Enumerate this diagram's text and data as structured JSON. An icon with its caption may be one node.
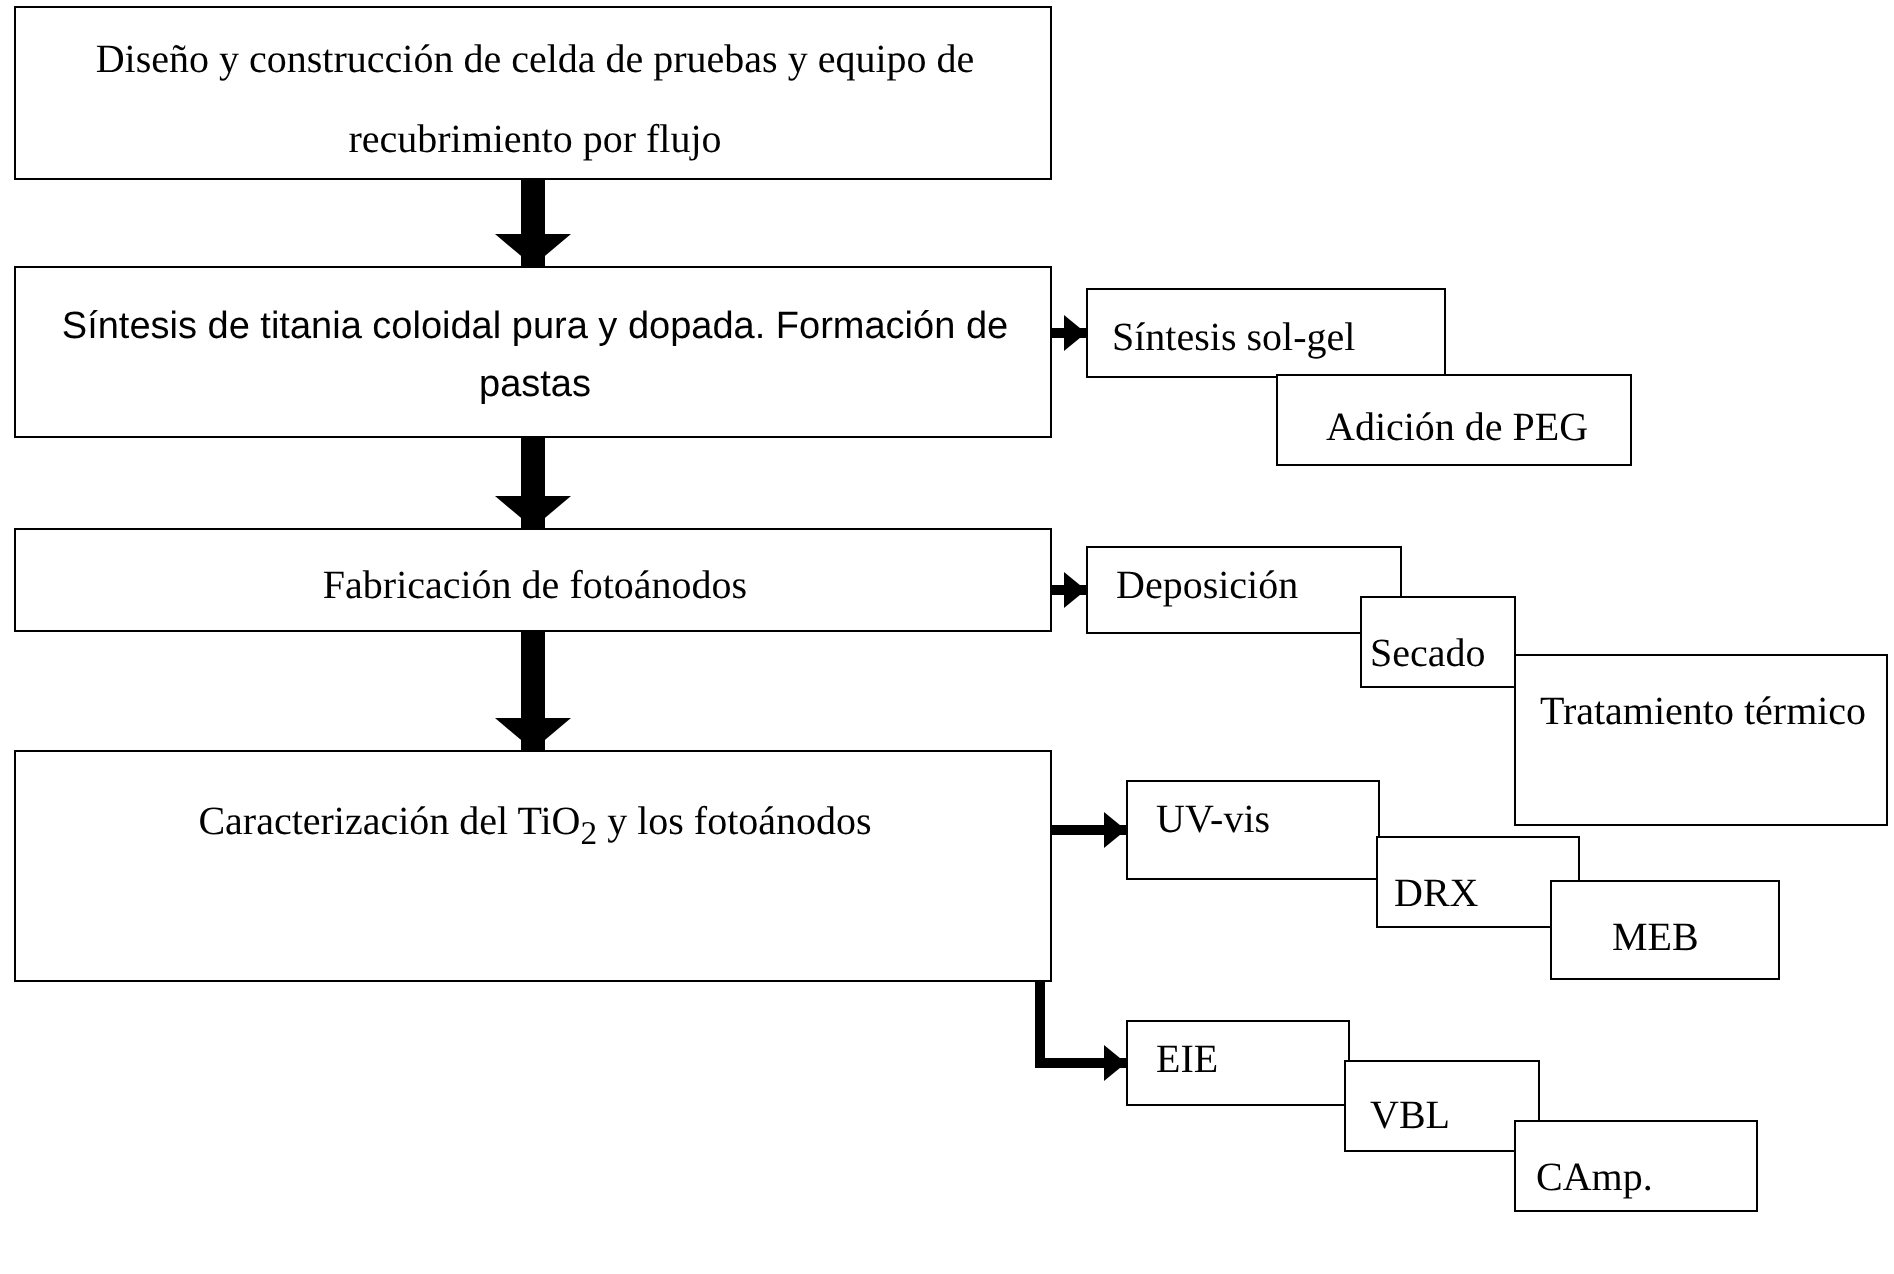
{
  "diagram": {
    "nodes": [
      {
        "text": [
          "Diseño y construcción de celda de pruebas y equipo de recubrimiento por flujo"
        ]
      },
      {
        "text": [
          "Síntesis de titania coloidal pura y dopada. Formación de pastas"
        ]
      },
      {
        "text": [
          "Síntesis sol-gel"
        ]
      },
      {
        "text": [
          "Adición de PEG"
        ]
      },
      {
        "text": [
          "Fabricación de fotoánodos"
        ]
      },
      {
        "text": [
          "Deposición"
        ]
      },
      {
        "text": [
          "Secado"
        ]
      },
      {
        "text": [
          "Tratamiento térmico"
        ]
      },
      {
        "text": [
          "Caracterización del TiO$_{2}$ y los fotoánodos"
        ]
      },
      {
        "text": [
          "UV-vis"
        ]
      },
      {
        "text": [
          "DRX"
        ]
      },
      {
        "text": [
          "MEB"
        ]
      },
      {
        "text": [
          "EIE"
        ]
      },
      {
        "text": [
          "VBL"
        ]
      },
      {
        "text": [
          "CAmp."
        ]
      }
    ],
    "edges": [
      {
        "from": 0,
        "to": 1,
        "arrow": "to",
        "style": "thick"
      },
      {
        "from": 1,
        "to": 2,
        "arrow": "to"
      },
      {
        "from": 1,
        "to": 4,
        "arrow": "to",
        "style": "thick"
      },
      {
        "from": 4,
        "to": 5,
        "arrow": "to"
      },
      {
        "from": 4,
        "to": 8,
        "arrow": "to",
        "style": "thick"
      },
      {
        "from": 8,
        "to": 9,
        "arrow": "to"
      },
      {
        "from": 8,
        "to": 12,
        "arrow": "to"
      }
    ]
  }
}
